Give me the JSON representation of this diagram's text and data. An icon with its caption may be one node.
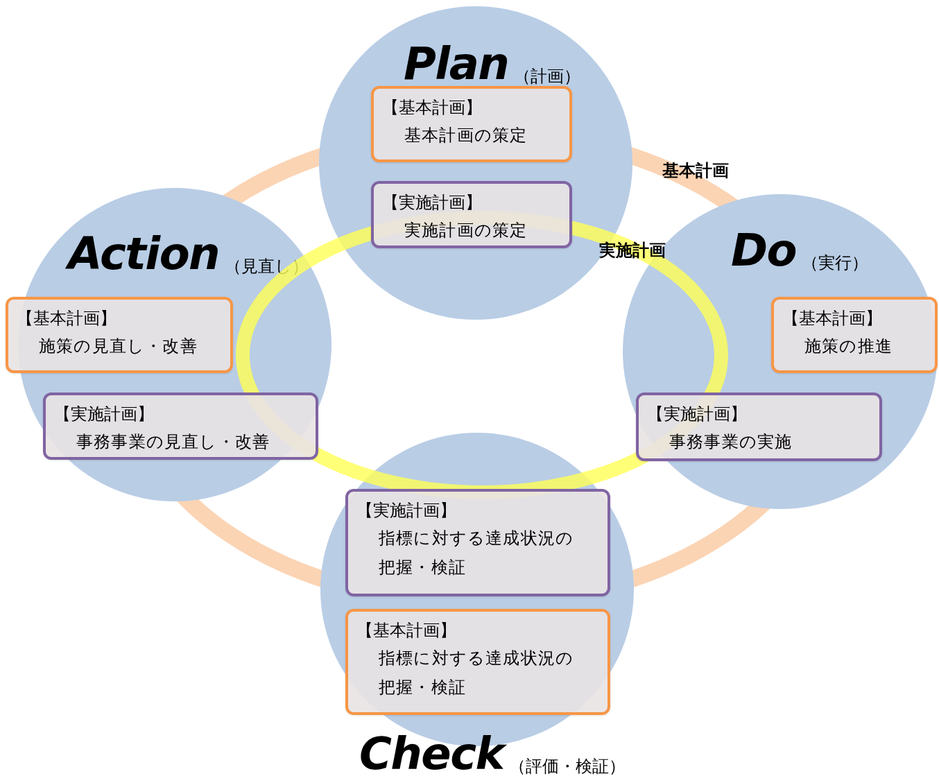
{
  "diagram": {
    "nodes": [
      {
        "text": [
          "Plan",
          "（計画）"
        ]
      },
      {
        "text": [
          "【基本計画】",
          "基本計画の策定"
        ],
        "in": 0
      },
      {
        "text": [
          "【実施計画】",
          "実施計画の策定"
        ],
        "in": 0
      },
      {
        "text": [
          "Action",
          "（見直し）"
        ]
      },
      {
        "text": [
          "【基本計画】",
          "施策の見直し・改善"
        ],
        "in": 3
      },
      {
        "text": [
          "【実施計画】",
          "事務事業の見直し・改善"
        ],
        "in": 3
      },
      {
        "text": [
          "Do",
          "（実行）"
        ]
      },
      {
        "text": [
          "【基本計画】",
          "施策の推進"
        ],
        "in": 6
      },
      {
        "text": [
          "【実施計画】",
          "事務事業の実施"
        ],
        "in": 6
      },
      {
        "text": [
          "Check",
          "（評価・検証）"
        ]
      },
      {
        "text": [
          "【実施計画】",
          "指標に対する達成状況の把握・検証"
        ],
        "in": 9
      },
      {
        "text": [
          "【基本計画】",
          "指標に対する達成状況の把握・検証"
        ],
        "in": 9
      }
    ],
    "edges": [],
    "labels": [
      "基本計画",
      "実施計画"
    ]
  }
}
